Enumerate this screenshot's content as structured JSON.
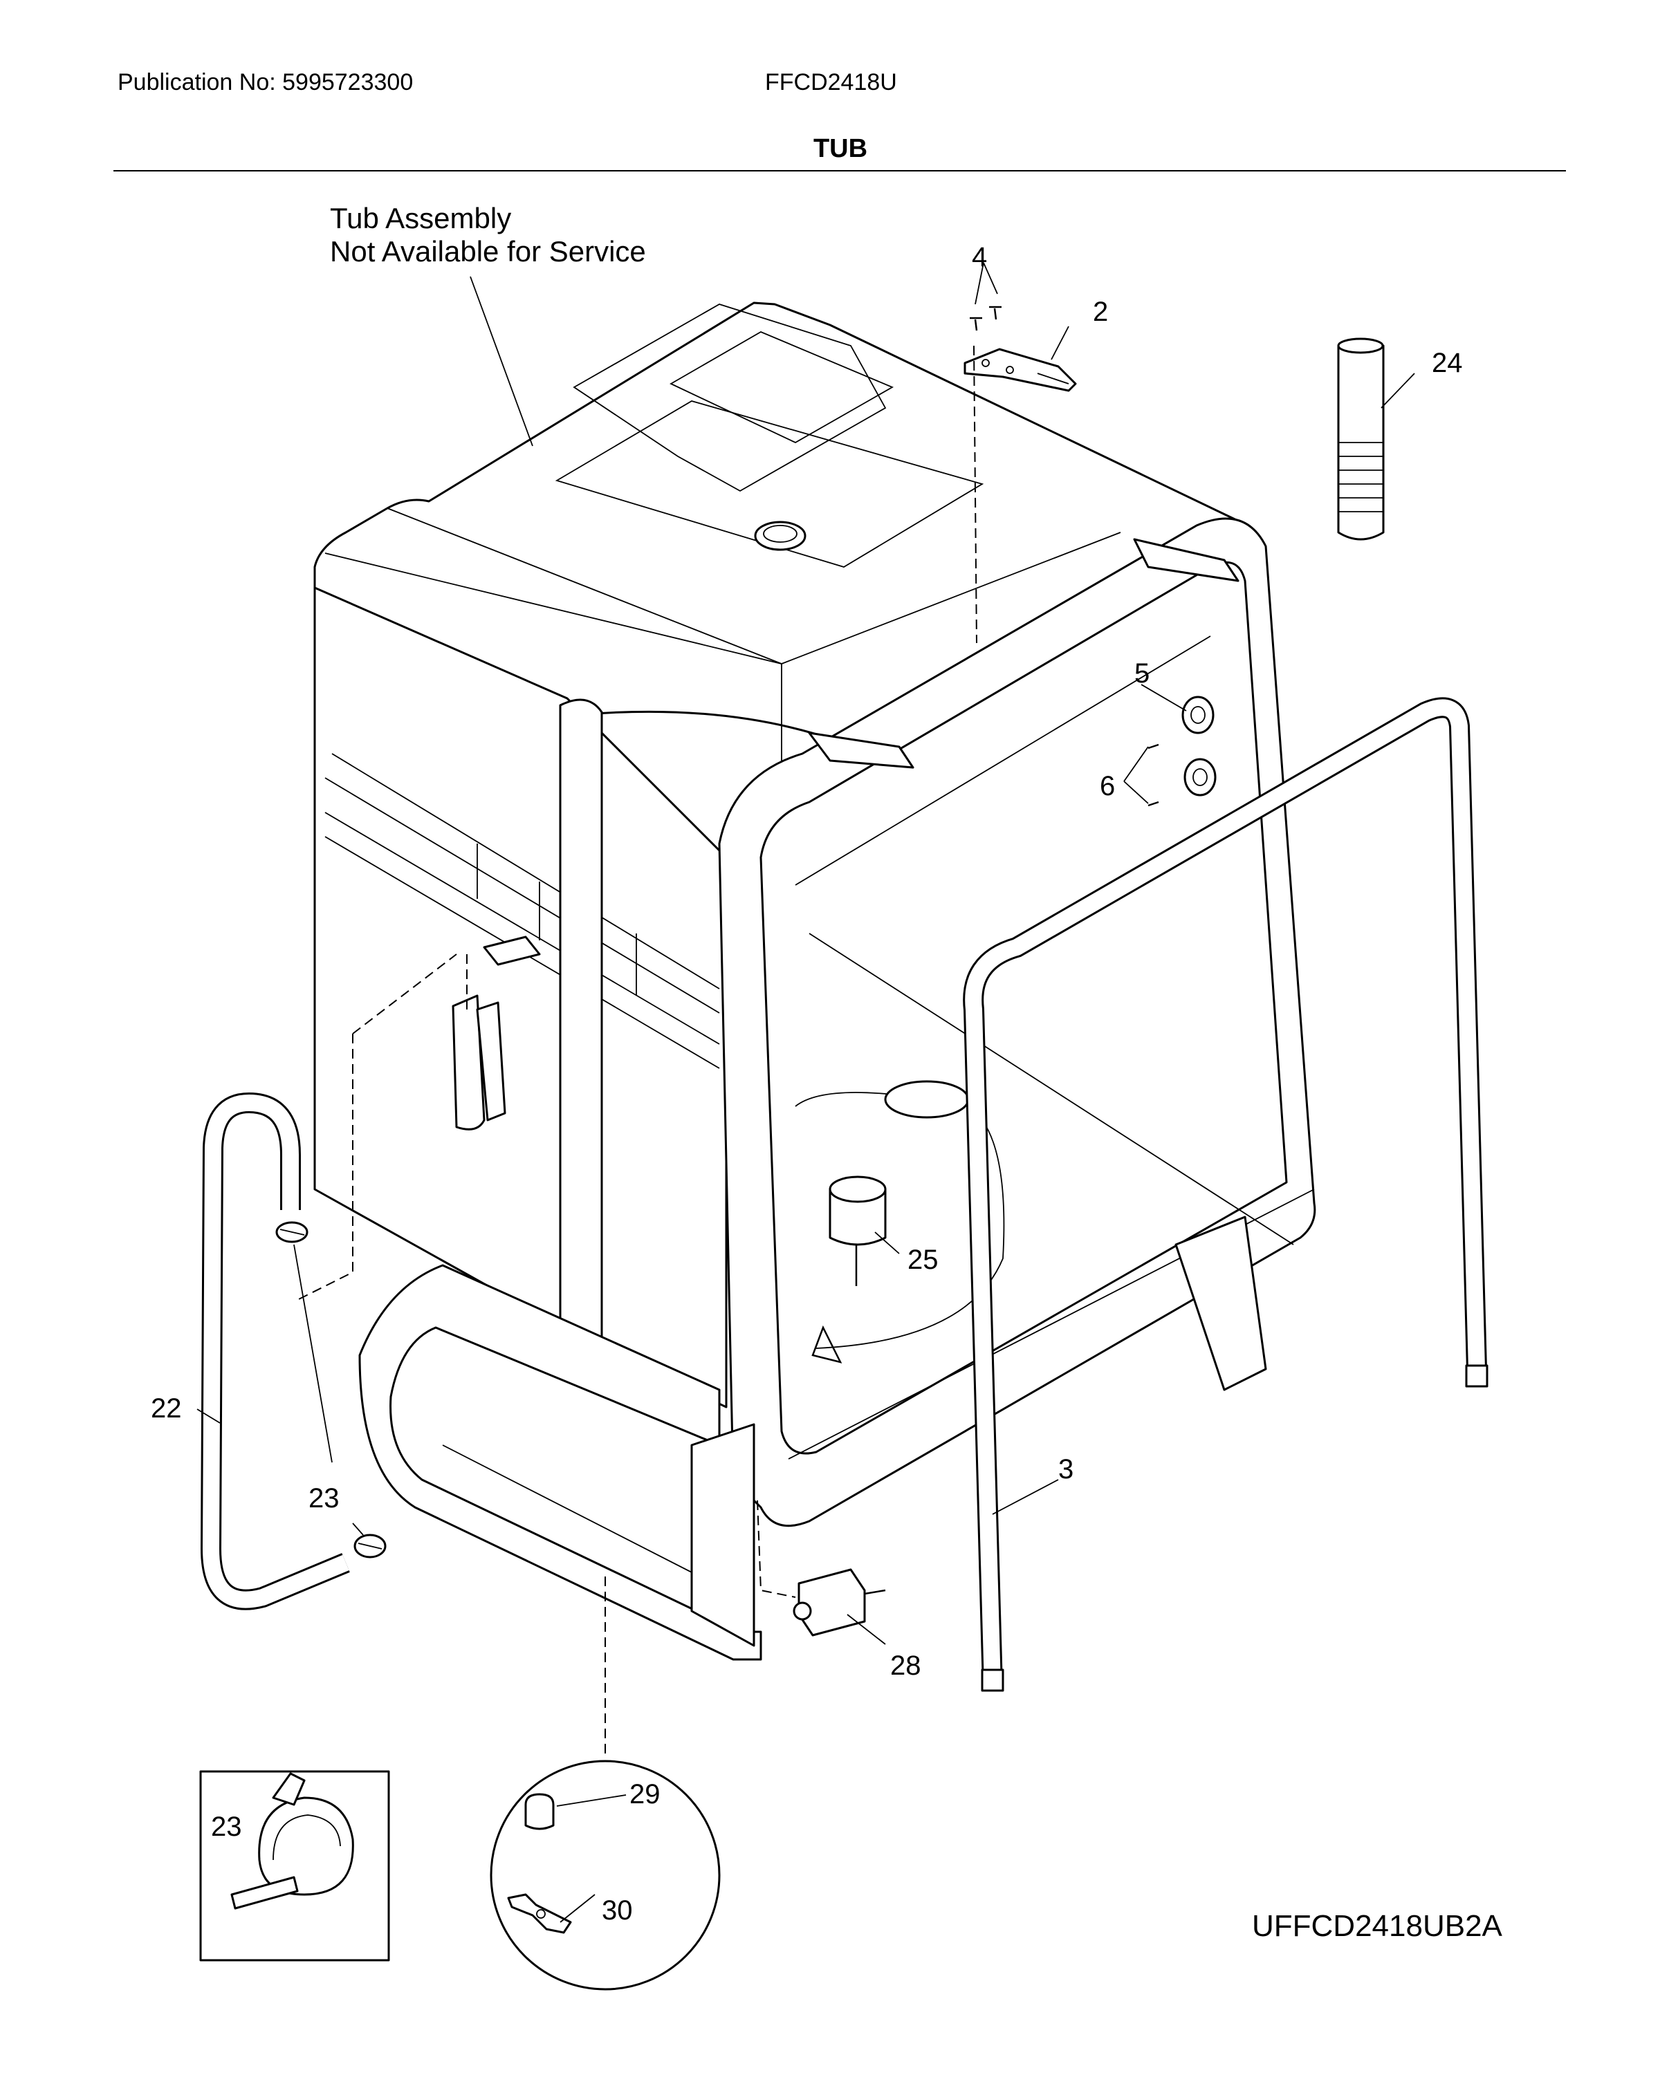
{
  "header": {
    "publication": "Publication No: 5995723300",
    "model": "FFCD2418U",
    "title": "TUB"
  },
  "note": {
    "line1": "Tub Assembly",
    "line2": "Not Available for Service"
  },
  "callouts": {
    "c2": "2",
    "c3": "3",
    "c4": "4",
    "c5": "5",
    "c6": "6",
    "c22": "22",
    "c23": "23",
    "c23_inset": "23",
    "c24": "24",
    "c25": "25",
    "c28": "28",
    "c29": "29",
    "c30": "30"
  },
  "diagram_id": "UFFCD2418UB2A"
}
